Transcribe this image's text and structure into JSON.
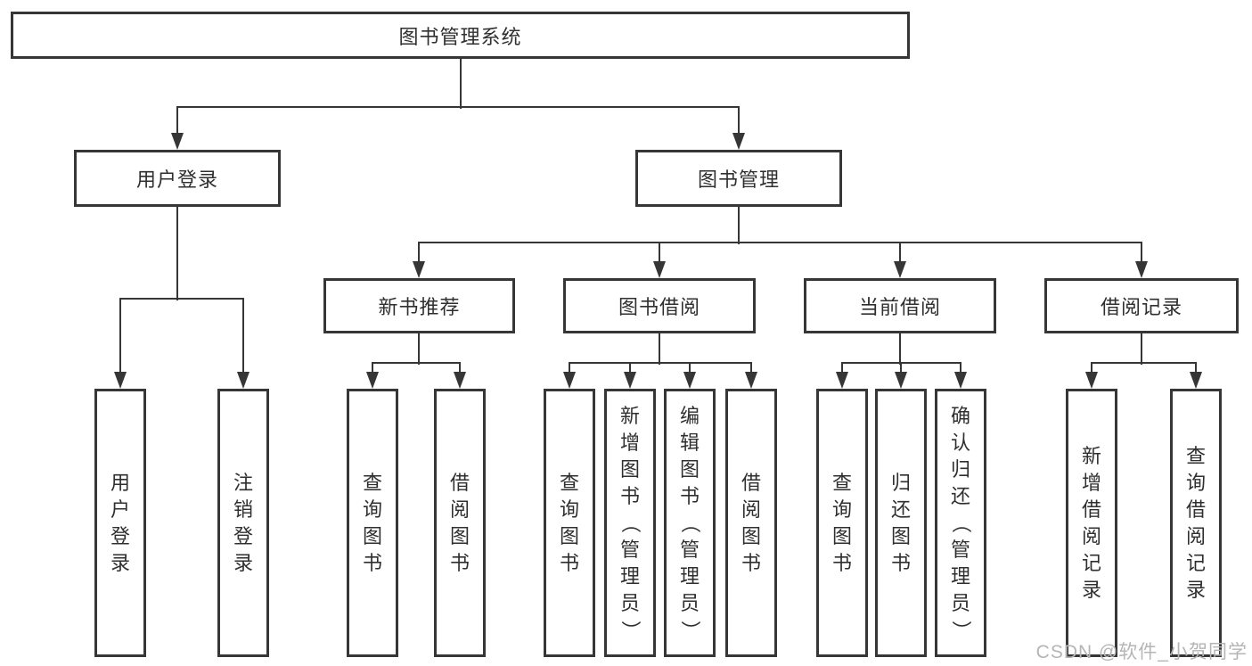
{
  "diagram": {
    "title": "图书管理系统",
    "watermark": "CSDN @软件_小贺同学",
    "colors": {
      "line": "#363636",
      "box_border": "#363636",
      "text": "#2f2f2f",
      "watermark": "#b5b5b5",
      "background": "#ffffff"
    },
    "nodes": [
      {
        "id": "root",
        "label": "图书管理系统",
        "level": 1,
        "parent": null
      },
      {
        "id": "user-login",
        "label": "用户登录",
        "level": 2,
        "parent": "root"
      },
      {
        "id": "book-mgmt",
        "label": "图书管理",
        "level": 2,
        "parent": "root"
      },
      {
        "id": "new-book-rec",
        "label": "新书推荐",
        "level": 3,
        "parent": "book-mgmt"
      },
      {
        "id": "book-borrow",
        "label": "图书借阅",
        "level": 3,
        "parent": "book-mgmt"
      },
      {
        "id": "current-borrow",
        "label": "当前借阅",
        "level": 3,
        "parent": "book-mgmt"
      },
      {
        "id": "borrow-records",
        "label": "借阅记录",
        "level": 3,
        "parent": "book-mgmt"
      },
      {
        "id": "leaf-user-login",
        "label": "用户登录",
        "level": 4,
        "parent": "user-login"
      },
      {
        "id": "leaf-logout",
        "label": "注销登录",
        "level": 4,
        "parent": "user-login"
      },
      {
        "id": "leaf-query-books-1",
        "label": "查询图书",
        "level": 4,
        "parent": "new-book-rec"
      },
      {
        "id": "leaf-borrow-books-1",
        "label": "借阅图书",
        "level": 4,
        "parent": "new-book-rec"
      },
      {
        "id": "leaf-query-books-2",
        "label": "查询图书",
        "level": 4,
        "parent": "book-borrow"
      },
      {
        "id": "leaf-add-books",
        "label": "新增图书（管理员）",
        "level": 4,
        "parent": "book-borrow"
      },
      {
        "id": "leaf-edit-books",
        "label": "编辑图书（管理员）",
        "level": 4,
        "parent": "book-borrow"
      },
      {
        "id": "leaf-borrow-books-2",
        "label": "借阅图书",
        "level": 4,
        "parent": "book-borrow"
      },
      {
        "id": "leaf-query-books-3",
        "label": "查询图书",
        "level": 4,
        "parent": "current-borrow"
      },
      {
        "id": "leaf-return-books",
        "label": "归还图书",
        "level": 4,
        "parent": "current-borrow"
      },
      {
        "id": "leaf-confirm-return",
        "label": "确认归还（管理员）",
        "level": 4,
        "parent": "current-borrow"
      },
      {
        "id": "leaf-add-record",
        "label": "新增借阅记录",
        "level": 4,
        "parent": "borrow-records"
      },
      {
        "id": "leaf-query-record",
        "label": "查询借阅记录",
        "level": 4,
        "parent": "borrow-records"
      }
    ]
  }
}
